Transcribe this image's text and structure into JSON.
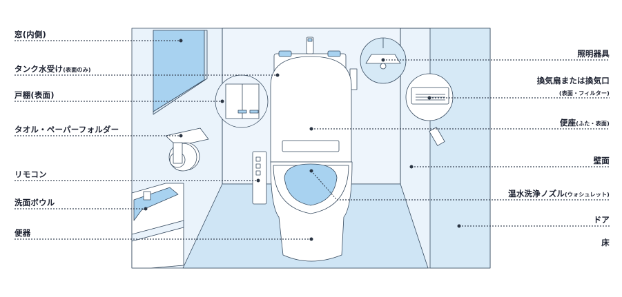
{
  "colors": {
    "wall": "#eaf3fb",
    "panel": "#d6e9f6",
    "window": "#a8d2f0",
    "line": "#35495e",
    "leader": "#3b4656",
    "text": "#1a1f2e"
  },
  "labels_left": [
    {
      "main": "窓(内側)",
      "sub": ""
    },
    {
      "main": "タンク水受け",
      "sub": "(表面のみ)"
    },
    {
      "main": "戸棚(表面)",
      "sub": ""
    },
    {
      "main": "タオル・ペーパーフォルダー",
      "sub": ""
    },
    {
      "main": "リモコン",
      "sub": ""
    },
    {
      "main": "洗面ボウル",
      "sub": ""
    },
    {
      "main": "便器",
      "sub": ""
    }
  ],
  "labels_right": [
    {
      "main": "照明器具",
      "sub": ""
    },
    {
      "main": "換気扇または換気口",
      "sub": ""
    },
    {
      "main": "",
      "sub": "(表面・フィルター)"
    },
    {
      "main": "便座",
      "sub": "(ふた・表面)"
    },
    {
      "main": "壁面",
      "sub": ""
    },
    {
      "main": "温水洗浄ノズル",
      "sub": "(ウォシュレット)"
    },
    {
      "main": "ドア",
      "sub": ""
    },
    {
      "main": "床",
      "sub": ""
    }
  ]
}
